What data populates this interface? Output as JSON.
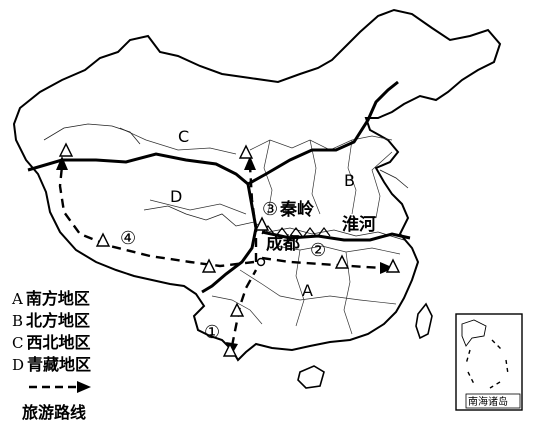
{
  "map": {
    "region_labels": {
      "A": "A",
      "B": "B",
      "C": "C",
      "D": "D"
    },
    "place_labels": {
      "qinling": "秦岭",
      "chengdu": "成都",
      "huaihe": "淮河",
      "south_sea_islands": "南海诸岛"
    },
    "route_stops": {
      "s1": "①",
      "s2": "②",
      "s3": "③",
      "s4": "④"
    }
  },
  "legend": {
    "items": [
      {
        "letter": "A",
        "name": "南方地区"
      },
      {
        "letter": "B",
        "name": "北方地区"
      },
      {
        "letter": "C",
        "name": "西北地区"
      },
      {
        "letter": "D",
        "name": "青藏地区"
      }
    ],
    "route_label": "旅游路线"
  }
}
